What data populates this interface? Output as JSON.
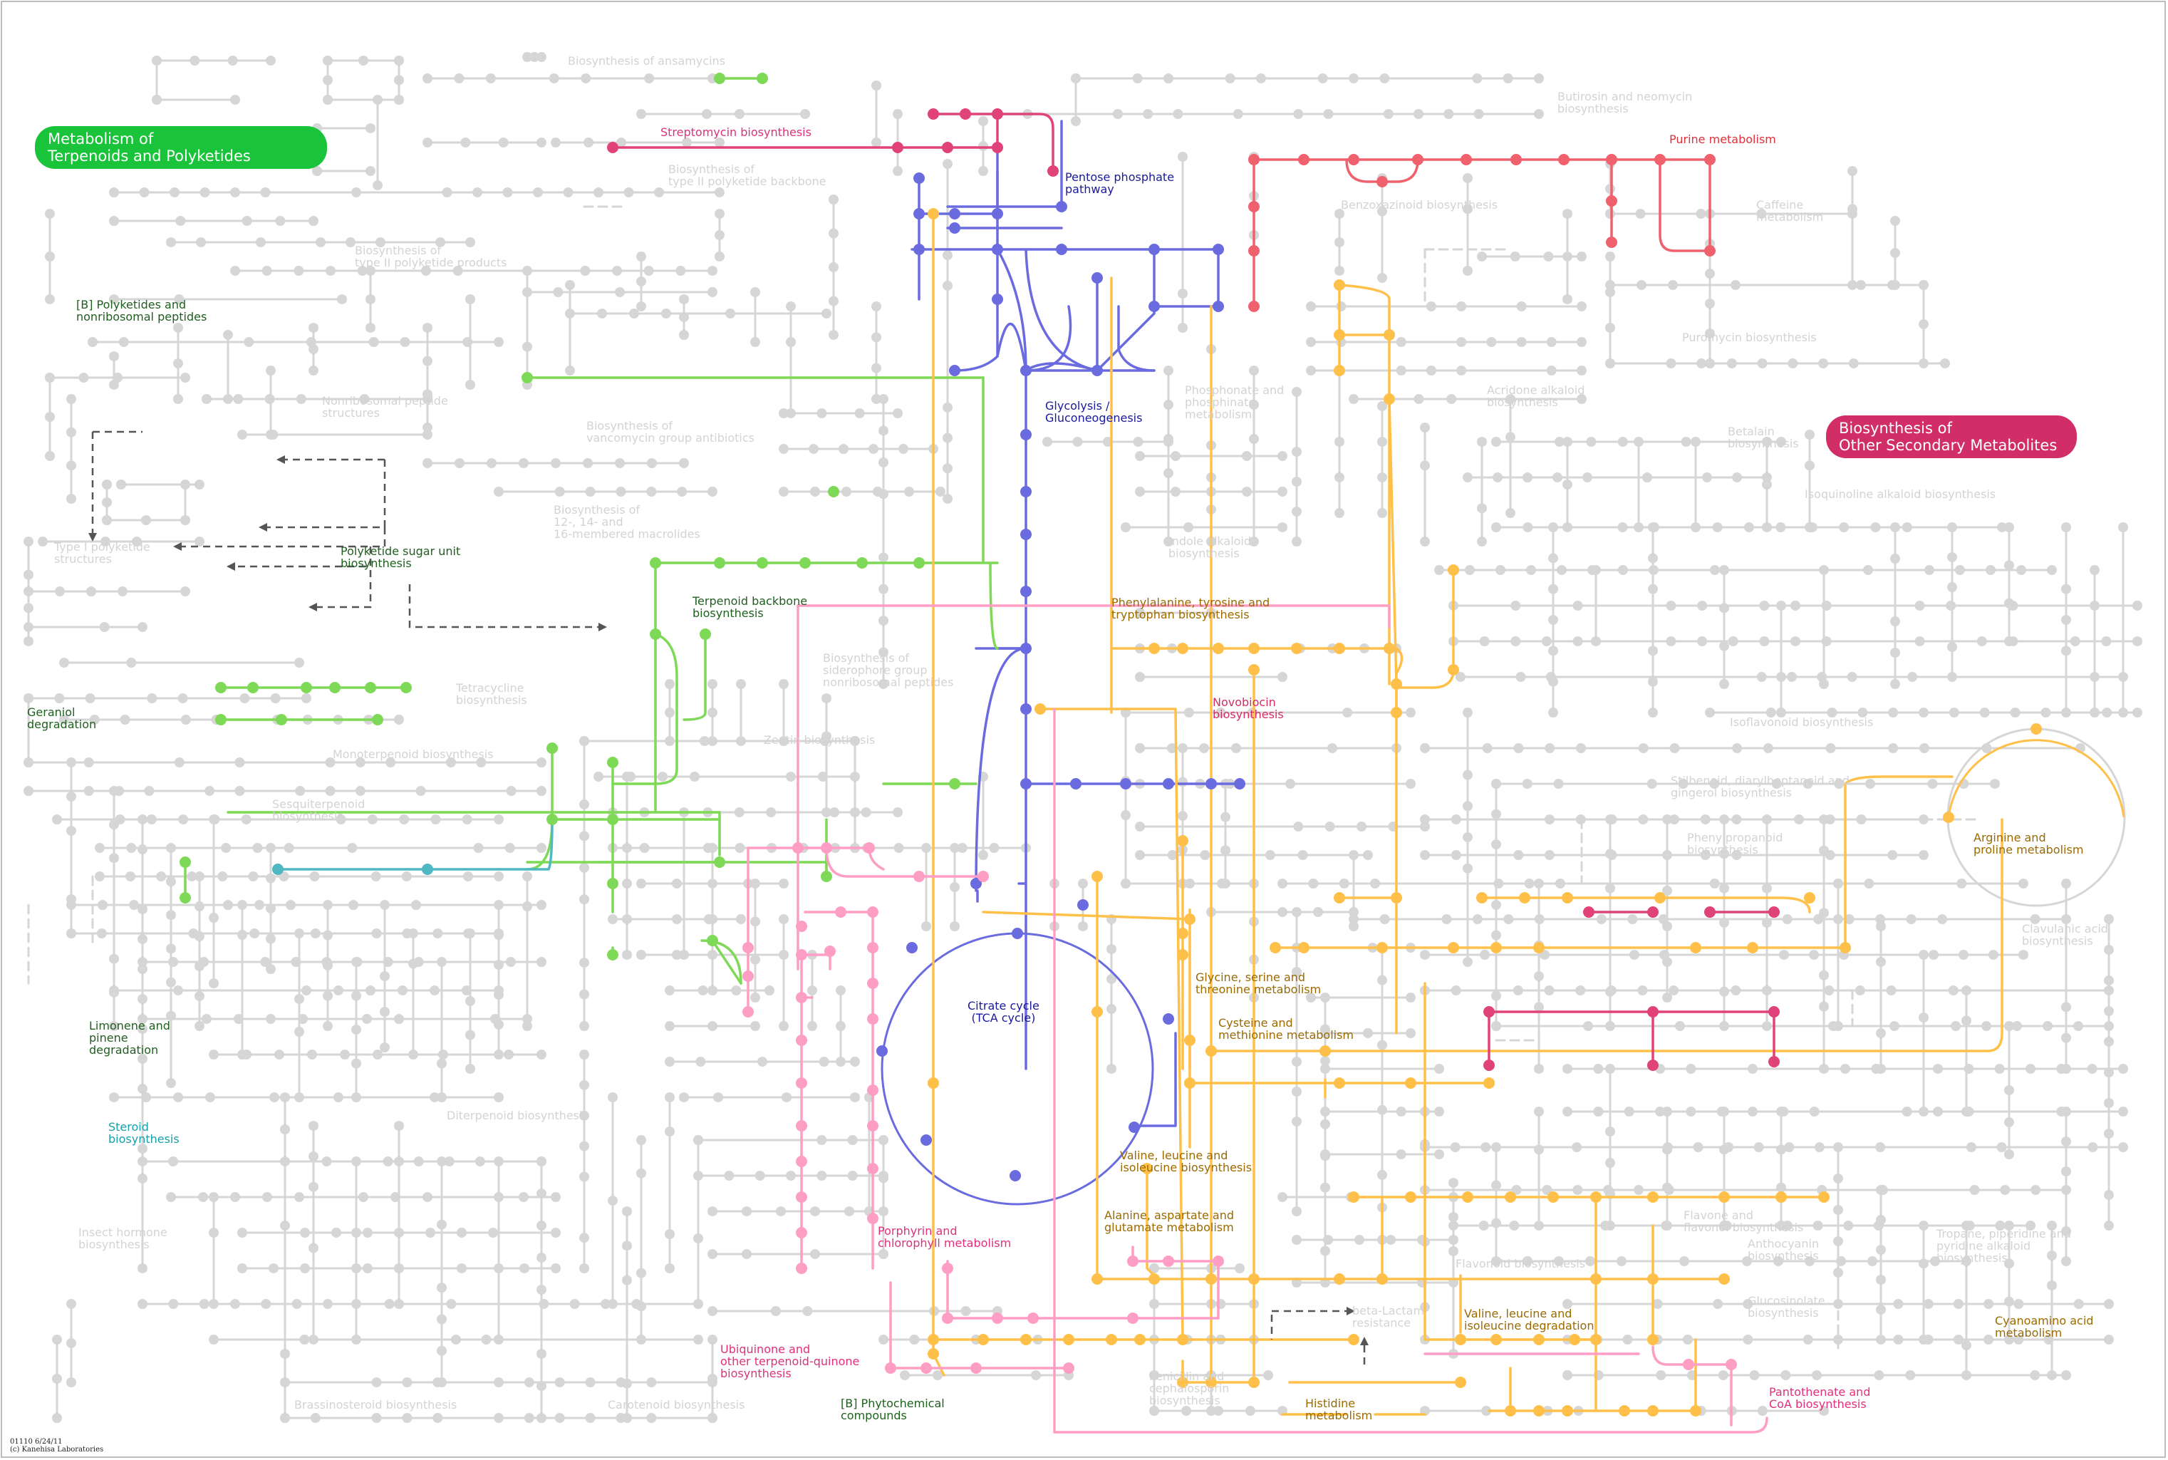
{
  "colors": {
    "grey": "#d6d6d6",
    "terpenoid_green": "#7ed957",
    "badge_green": "#19c43a",
    "badge_magenta": "#d12d67",
    "purine_red": "#f0616e",
    "streptomycin_magenta": "#e0437a",
    "pentose_blue": "#6b6be0",
    "amino_orange": "#ffc04a",
    "porphyrin_pink": "#ff9ec4",
    "steroid_teal": "#4fb8c2",
    "dark_green_text": "#1f5f1f",
    "dark_blue_text": "#1a1a9a",
    "brown_text": "#9b6a00",
    "pink_text": "#e0307a"
  },
  "badges": {
    "terpenoids": "Metabolism of\nTerpenoids and Polyketides",
    "secondary": "Biosynthesis of\nOther Secondary Metabolites"
  },
  "labels": {
    "ansamycins": "Biosynthesis of ansamycins",
    "streptomycin": "Streptomycin biosynthesis",
    "butirosin": "Butirosin and neomycin\nbiosynthesis",
    "purine": "Purine metabolism",
    "pentose": "Pentose phosphate\npathway",
    "type2_backbone": "Biosynthesis of\ntype II polyketide backbone",
    "type2_products": "Biosynthesis of\ntype II polyketide products",
    "benzoxazinoid": "Benzoxazinoid biosynthesis",
    "caffeine": "Caffeine\nmetabolism",
    "polyketides_nrp": "[B] Polyketides and\nnonribosomal peptides",
    "puromycin": "Puromycin biosynthesis",
    "nrp_structures": "Nonribosomal peptide\nstructures",
    "vancomycin": "Biosynthesis of\nvancomycin group antibiotics",
    "glycolysis": "Glycolysis /\nGluconeogenesis",
    "phosphonate": "Phosphonate and\nphosphinate\nmetabolism",
    "acridone": "Acridone alkaloid\nbiosynthesis",
    "betalain": "Betalain\nbiosynthesis",
    "isoquinoline": "Isoquinoline alkaloid biosynthesis",
    "type1_polyketide": "Type I polyketide\nstructures",
    "polyketide_sugar": "Polyketide sugar unit\nbiosynthesis",
    "macrolides": "Biosynthesis of\n12-, 14- and\n16-membered macrolides",
    "indole_alkaloid": "Indole alkaloid\nbiosynthesis",
    "terpenoid_backbone": "Terpenoid backbone\nbiosynthesis",
    "phe_tyr_trp": "Phenylalanine, tyrosine and\ntryptophan biosynthesis",
    "siderophore": "Biosynthesis of\nsiderophore group\nnonribosomal peptides",
    "geraniol": "Geraniol\ndegradation",
    "tetracycline": "Tetracycline\nbiosynthesis",
    "novobiocin": "Novobiocin\nbiosynthesis",
    "isoflavonoid": "Isoflavonoid biosynthesis",
    "zeatin": "Zeatin biosynthesis",
    "monoterpenoid": "Monoterpenoid biosynthesis",
    "stilbenoid": "Stilbenoid, diarylheptanoid and\ngingerol biosynthesis",
    "sesquiterpenoid": "Sesquiterpenoid\nbiosynthesis",
    "phenylpropanoid": "Phenylpropanoid\nbiosynthesis",
    "arginine": "Arginine and\nproline metabolism",
    "clavulanic": "Clavulanic acid\nbiosynthesis",
    "citrate": "Citrate cycle\n(TCA cycle)",
    "glycine": "Glycine, serine and\nthreonine metabolism",
    "cysteine": "Cysteine and\nmethionine metabolism",
    "limonene": "Limonene and\npinene\ndegradation",
    "steroid": "Steroid\nbiosynthesis",
    "diterpenoid": "Diterpenoid biosynthesis",
    "val_leu_bio": "Valine, leucine and\nisoleucine biosynthesis",
    "ala_asp_glu": "Alanine, aspartate and\nglutamate metabolism",
    "insect_hormone": "Insect hormone\nbiosynthesis",
    "porphyrin": "Porphyrin and\nchlorophyll metabolism",
    "flavone": "Flavone and\nflavonol biosynthesis",
    "tropane": "Tropane, piperidine and\npyridine alkaloid\nbiosynthesis",
    "anthocyanin": "Anthocyanin\nbiosynthesis",
    "flavonoid": "Flavonoid biosynthesis",
    "glucosinolate": "Glucosinolate\nbiosynthesis",
    "beta_lactam": "beta-Lactam\nresistance",
    "val_leu_deg": "Valine, leucine and\nisoleucine degradation",
    "cyanoamino": "Cyanoamino acid\nmetabolism",
    "ubiquinone": "Ubiquinone and\nother terpenoid-quinone\nbiosynthesis",
    "penicillin": "Penicillin and\ncephalosporin\nbiosynthesis",
    "brassinosteroid": "Brassinosteroid biosynthesis",
    "carotenoid": "Carotenoid biosynthesis",
    "phytochemical": "[B] Phytochemical\ncompounds",
    "histidine": "Histidine\nmetabolism",
    "pantothenate": "Pantothenate and\nCoA biosynthesis"
  },
  "copyright": "01110 6/24/11\n(c) Kanehisa Laboratories"
}
